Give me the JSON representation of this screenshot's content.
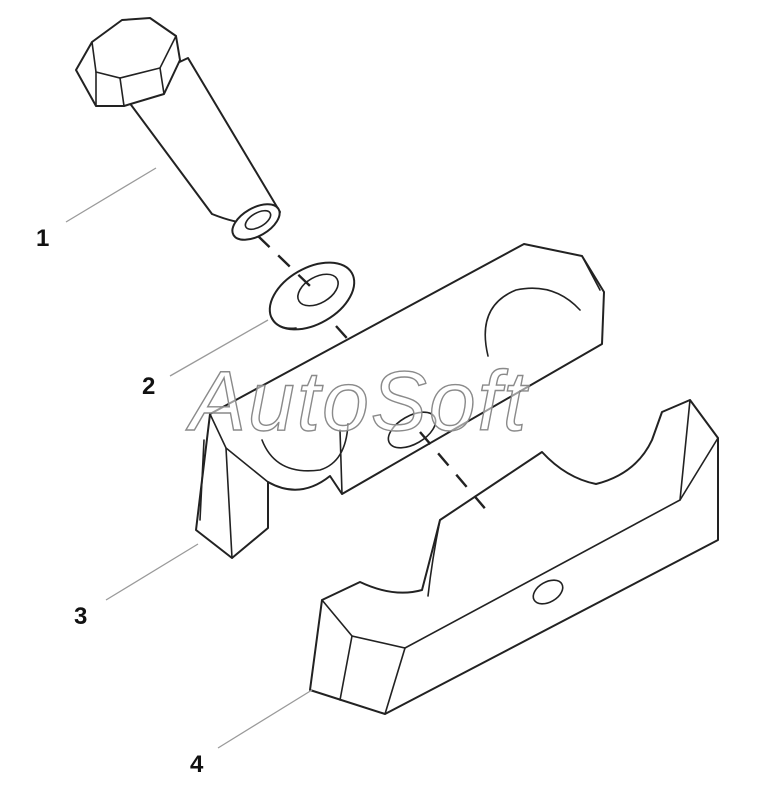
{
  "watermark": "AutoSoft",
  "callouts": [
    {
      "label": "1",
      "part": "hex-bolt"
    },
    {
      "label": "2",
      "part": "spring-washer"
    },
    {
      "label": "3",
      "part": "upper-clamp-half"
    },
    {
      "label": "4",
      "part": "lower-clamp-half"
    }
  ]
}
